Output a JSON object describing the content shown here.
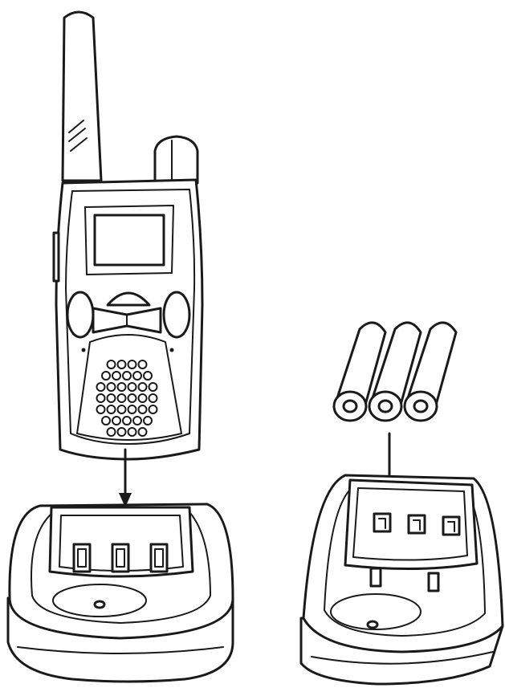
{
  "figure": {
    "background": "#ffffff",
    "line_color": "#1a1a1a",
    "components": [
      "walkie-talkie-radio",
      "battery-pack",
      "charging-cradle",
      "charging-cradle"
    ],
    "battery_cell_count": 3,
    "speaker_grille_rows": [
      4,
      5,
      6,
      6,
      6,
      5,
      4
    ]
  }
}
